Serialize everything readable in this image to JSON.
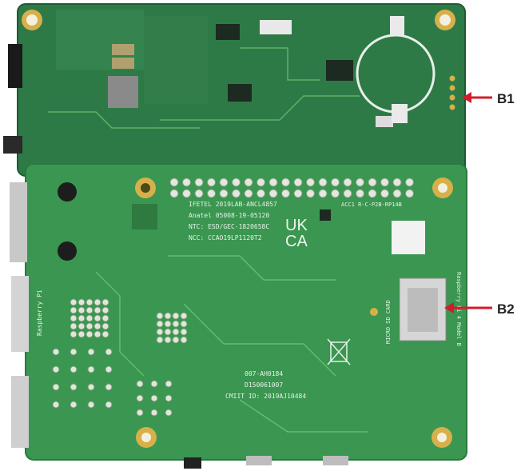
{
  "callouts": {
    "b1": {
      "label": "B1"
    },
    "b2": {
      "label": "B2"
    }
  },
  "colors": {
    "board_top": "#2f7d4a",
    "board_bottom": "#3c9a52",
    "trace": "#5bb36a",
    "pad_gold": "#d8b04a",
    "arrow": "#d11d2b",
    "label": "#222222"
  },
  "icons": {
    "arrow": "red-arrow-icon",
    "battery": "coin-battery-holder-icon",
    "sd": "microsd-slot-icon",
    "logo": "ukca-mark-icon"
  },
  "silkscreen": {
    "ukca_top": "UK",
    "ukca_bottom": "CA",
    "micro_sd": "MICRO SD CARD",
    "model_line": "IFETEL 2019LAB-ANCL4857",
    "ports_line1": "Anatel 05008-19-05120",
    "ports_line2": "NTC: ESD/GEC-1820658C",
    "ports_line3": "NCC: CCAO19LP1120T2",
    "right_text": "ACC1 R-C-P2B-RP14B",
    "bottom_text1": "007-AH0184",
    "bottom_text2": "D150061007",
    "bottom_text3": "CMIIT ID: 2019AJ10484",
    "side_text": "Raspberry Pi 4 Model B",
    "brand_text": "Raspberry Pi"
  }
}
